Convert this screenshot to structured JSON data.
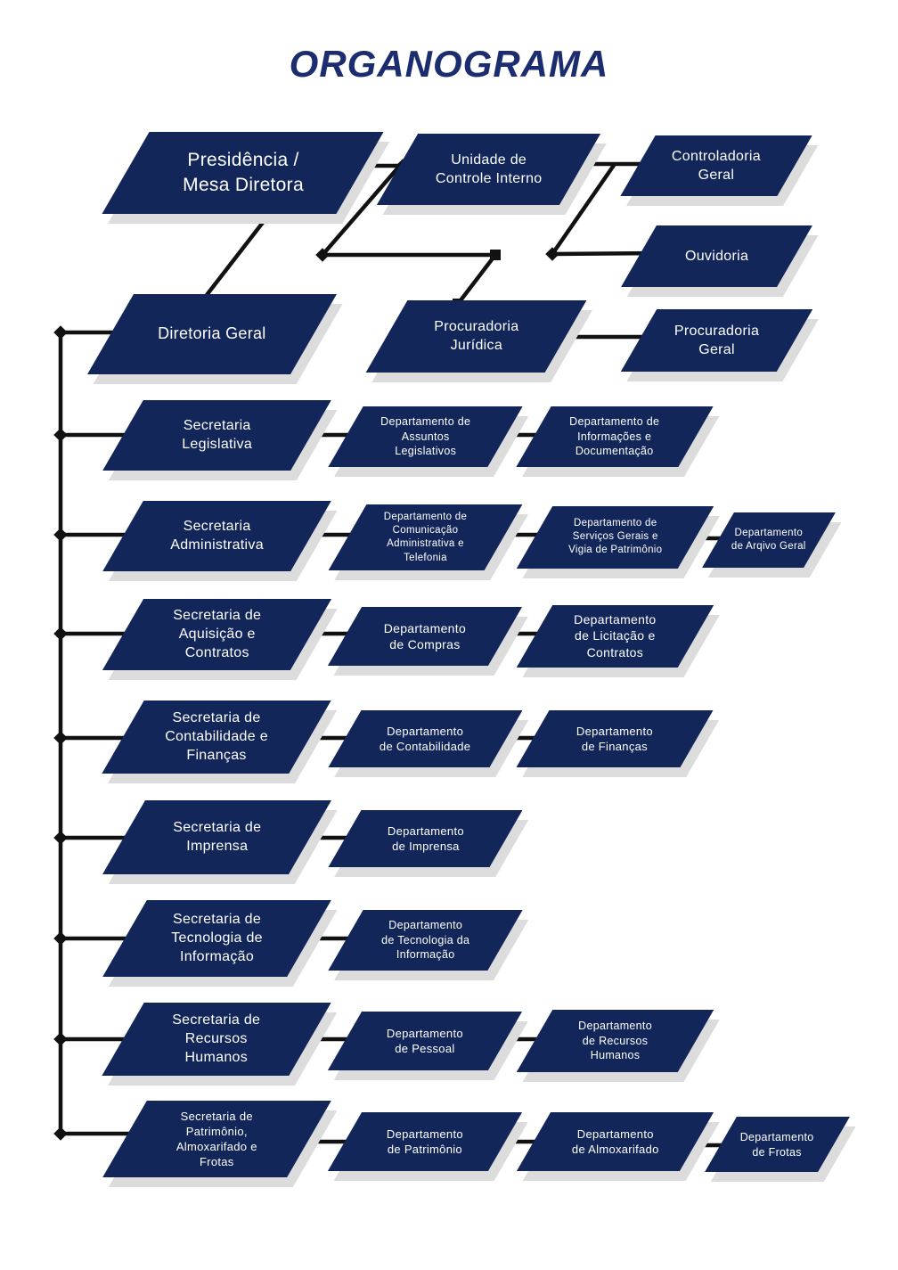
{
  "title": "ORGANOGRAMA",
  "colors": {
    "box": "#12265a",
    "title_text": "#1b2d6e",
    "connector": "#111111",
    "shadow": "#dcdcdc",
    "box_text": "#ffffff",
    "background": "#ffffff"
  },
  "nodes": {
    "presidencia": "Presidência /\nMesa Diretora",
    "uci": "Unidade de\nControle Interno",
    "controladoria": "Controladoria\nGeral",
    "ouvidoria": "Ouvidoria",
    "diretoria": "Diretoria Geral",
    "proc_juridica": "Procuradoria\nJurídica",
    "proc_geral": "Procuradoria\nGeral",
    "sec_legislativa": "Secretaria\nLegislativa",
    "sec_administrativa": "Secretaria\nAdministrativa",
    "sec_aquisicao": "Secretaria de\nAquisição e\nContratos",
    "sec_contabilidade": "Secretaria de\nContabilidade e\nFinanças",
    "sec_imprensa": "Secretaria de\nImprensa",
    "sec_tecnologia": "Secretaria de\nTecnologia de\nInformação",
    "sec_rh": "Secretaria de\nRecursos\nHumanos",
    "sec_patrimonio": "Secretaria de\nPatrimônio,\nAlmoxarifado e\nFrotas",
    "dep_assuntos": "Departamento de\nAssuntos\nLegislativos",
    "dep_comunicacao": "Departamento de\nComunicação\nAdministrativa e\nTelefonia",
    "dep_compras": "Departamento\nde Compras",
    "dep_contabilidade": "Departamento\nde Contabilidade",
    "dep_imprensa": "Departamento\nde Imprensa",
    "dep_tecnologia": "Departamento\nde Tecnologia da\nInformação",
    "dep_pessoal": "Departamento\nde Pessoal",
    "dep_patrimonio": "Departamento\nde Patrimônio",
    "dep_informacoes": "Departamento de\nInformações e\nDocumentação",
    "dep_servicos": "Departamento de\nServiços Gerais e\nVigia de Patrimônio",
    "dep_licitacao": "Departamento\nde Licitação e\nContratos",
    "dep_financas": "Departamento\nde Finanças",
    "dep_rh": "Departamento\nde Recursos\nHumanos",
    "dep_almoxarifado": "Departamento\nde Almoxarifado",
    "dep_arqivo": "Departamento\nde Arqivo Geral",
    "dep_frotas": "Departamento\nde Frotas"
  }
}
